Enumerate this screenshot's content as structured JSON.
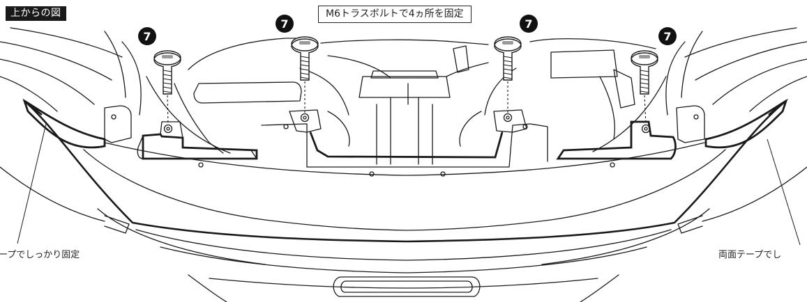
{
  "view_tag": "上からの図",
  "instruction": "M6トラスボルトで4ヵ所を固定",
  "part_number": "7",
  "tape_label_left": "ープでしっかり固定",
  "tape_label_right": "両面テープでし"
}
